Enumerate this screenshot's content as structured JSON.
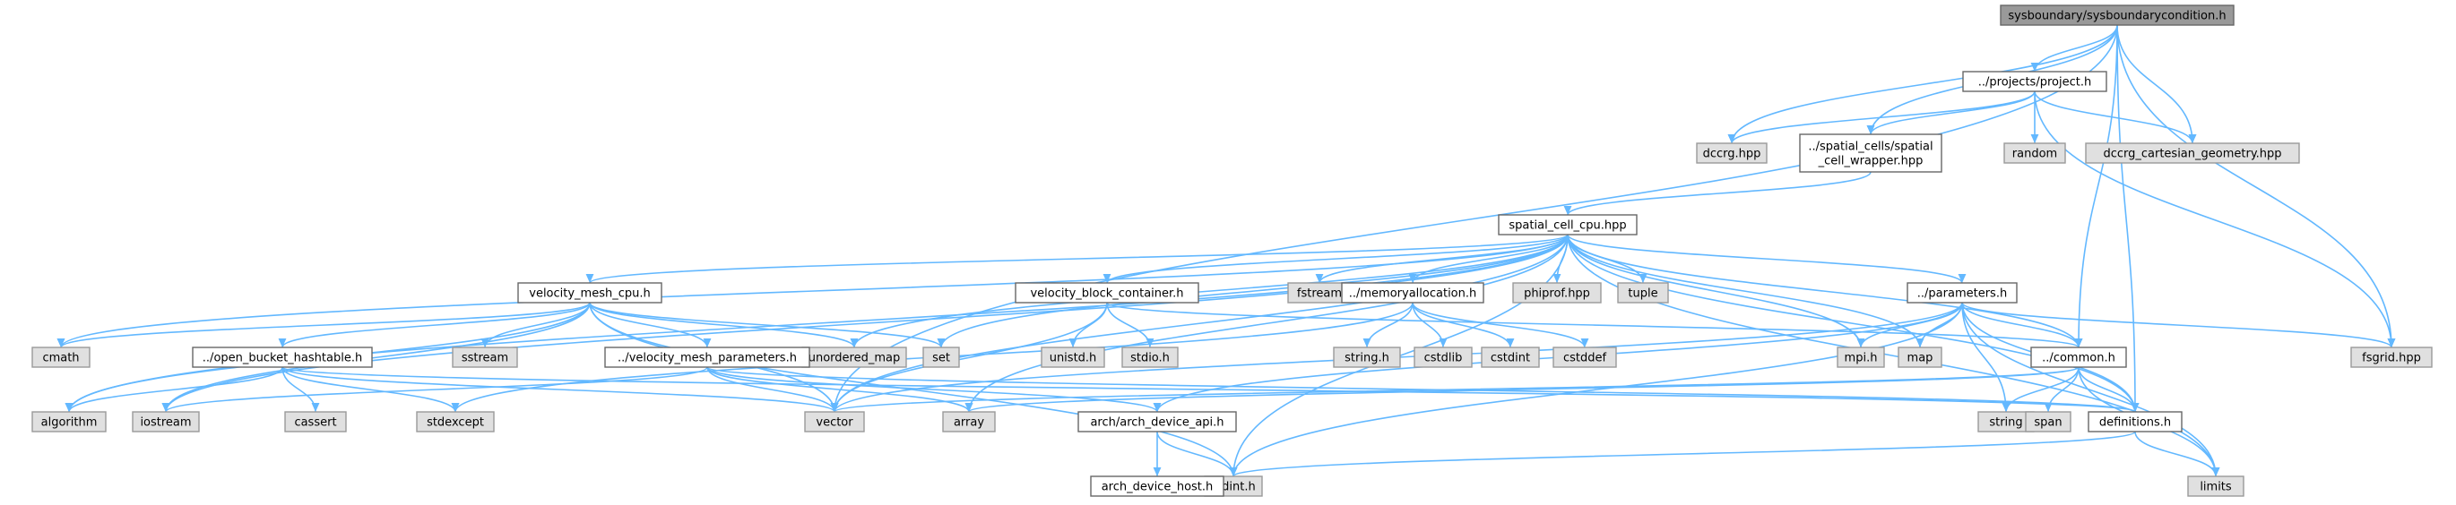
{
  "colors": {
    "edge": "#63b8ff",
    "root_fill": "#999999",
    "root_border": "#666666",
    "internal_fill": "#ffffff",
    "internal_border": "#666666",
    "external_fill": "#e0e0e0",
    "external_border": "#999999"
  },
  "nodes": [
    {
      "id": "n_root",
      "label": [
        "sysboundary/sysboundarycondition.h"
      ],
      "kind": "root"
    },
    {
      "id": "n_project",
      "label": [
        "../projects/project.h"
      ],
      "kind": "internal"
    },
    {
      "id": "n_dccrg",
      "label": [
        "dccrg.hpp"
      ],
      "kind": "external"
    },
    {
      "id": "n_wrapper",
      "label": [
        "../spatial_cells/spatial",
        "_cell_wrapper.hpp"
      ],
      "kind": "internal"
    },
    {
      "id": "n_random",
      "label": [
        "random"
      ],
      "kind": "external"
    },
    {
      "id": "n_dccrg_cart",
      "label": [
        "dccrg_cartesian_geometry.hpp"
      ],
      "kind": "external"
    },
    {
      "id": "n_spatial",
      "label": [
        "spatial_cell_cpu.hpp"
      ],
      "kind": "internal"
    },
    {
      "id": "n_vmesh",
      "label": [
        "velocity_mesh_cpu.h"
      ],
      "kind": "internal"
    },
    {
      "id": "n_vblock",
      "label": [
        "velocity_block_container.h"
      ],
      "kind": "internal"
    },
    {
      "id": "n_fstream",
      "label": [
        "fstream"
      ],
      "kind": "external"
    },
    {
      "id": "n_memalloc",
      "label": [
        "../memoryallocation.h"
      ],
      "kind": "internal"
    },
    {
      "id": "n_phiprof",
      "label": [
        "phiprof.hpp"
      ],
      "kind": "external"
    },
    {
      "id": "n_tuple",
      "label": [
        "tuple"
      ],
      "kind": "external"
    },
    {
      "id": "n_params",
      "label": [
        "../parameters.h"
      ],
      "kind": "internal"
    },
    {
      "id": "n_cmath",
      "label": [
        "cmath"
      ],
      "kind": "external"
    },
    {
      "id": "n_sstream",
      "label": [
        "sstream"
      ],
      "kind": "external"
    },
    {
      "id": "n_umap",
      "label": [
        "unordered_map"
      ],
      "kind": "external"
    },
    {
      "id": "n_set",
      "label": [
        "set"
      ],
      "kind": "external"
    },
    {
      "id": "n_unistd",
      "label": [
        "unistd.h"
      ],
      "kind": "external"
    },
    {
      "id": "n_stdio",
      "label": [
        "stdio.h"
      ],
      "kind": "external"
    },
    {
      "id": "n_stringh",
      "label": [
        "string.h"
      ],
      "kind": "external"
    },
    {
      "id": "n_cstdlib",
      "label": [
        "cstdlib"
      ],
      "kind": "external"
    },
    {
      "id": "n_cstdint",
      "label": [
        "cstdint"
      ],
      "kind": "external"
    },
    {
      "id": "n_cstddef",
      "label": [
        "cstddef"
      ],
      "kind": "external"
    },
    {
      "id": "n_mpi",
      "label": [
        "mpi.h"
      ],
      "kind": "external"
    },
    {
      "id": "n_map",
      "label": [
        "map"
      ],
      "kind": "external"
    },
    {
      "id": "n_common",
      "label": [
        "../common.h"
      ],
      "kind": "internal"
    },
    {
      "id": "n_fsgrid",
      "label": [
        "fsgrid.hpp"
      ],
      "kind": "external"
    },
    {
      "id": "n_obh",
      "label": [
        "../open_bucket_hashtable.h"
      ],
      "kind": "internal"
    },
    {
      "id": "n_vmp",
      "label": [
        "../velocity_mesh_parameters.h"
      ],
      "kind": "internal"
    },
    {
      "id": "n_algorithm",
      "label": [
        "algorithm"
      ],
      "kind": "external"
    },
    {
      "id": "n_iostream",
      "label": [
        "iostream"
      ],
      "kind": "external"
    },
    {
      "id": "n_cassert",
      "label": [
        "cassert"
      ],
      "kind": "external"
    },
    {
      "id": "n_stdexcept",
      "label": [
        "stdexcept"
      ],
      "kind": "external"
    },
    {
      "id": "n_vector",
      "label": [
        "vector"
      ],
      "kind": "external"
    },
    {
      "id": "n_array",
      "label": [
        "array"
      ],
      "kind": "external"
    },
    {
      "id": "n_archapi",
      "label": [
        "arch/arch_device_api.h"
      ],
      "kind": "internal"
    },
    {
      "id": "n_string",
      "label": [
        "string"
      ],
      "kind": "external"
    },
    {
      "id": "n_span",
      "label": [
        "span"
      ],
      "kind": "external"
    },
    {
      "id": "n_defs",
      "label": [
        "definitions.h"
      ],
      "kind": "internal"
    },
    {
      "id": "n_limits",
      "label": [
        "limits"
      ],
      "kind": "external"
    },
    {
      "id": "n_stdinth",
      "label": [
        "stdint.h"
      ],
      "kind": "external"
    },
    {
      "id": "n_archhost",
      "label": [
        "arch_device_host.h"
      ],
      "kind": "internal"
    }
  ],
  "edges": [
    [
      "n_root",
      "n_project"
    ],
    [
      "n_root",
      "n_dccrg"
    ],
    [
      "n_root",
      "n_wrapper"
    ],
    [
      "n_root",
      "n_dccrg_cart"
    ],
    [
      "n_root",
      "n_common"
    ],
    [
      "n_root",
      "n_fsgrid"
    ],
    [
      "n_root",
      "n_defs"
    ],
    [
      "n_root",
      "n_vector"
    ],
    [
      "n_project",
      "n_dccrg"
    ],
    [
      "n_project",
      "n_wrapper"
    ],
    [
      "n_project",
      "n_random"
    ],
    [
      "n_project",
      "n_dccrg_cart"
    ],
    [
      "n_project",
      "n_fsgrid"
    ],
    [
      "n_wrapper",
      "n_spatial"
    ],
    [
      "n_spatial",
      "n_vmesh"
    ],
    [
      "n_spatial",
      "n_vblock"
    ],
    [
      "n_spatial",
      "n_fstream"
    ],
    [
      "n_spatial",
      "n_memalloc"
    ],
    [
      "n_spatial",
      "n_phiprof"
    ],
    [
      "n_spatial",
      "n_tuple"
    ],
    [
      "n_spatial",
      "n_params"
    ],
    [
      "n_spatial",
      "n_cmath"
    ],
    [
      "n_spatial",
      "n_umap"
    ],
    [
      "n_spatial",
      "n_set"
    ],
    [
      "n_spatial",
      "n_mpi"
    ],
    [
      "n_spatial",
      "n_map"
    ],
    [
      "n_spatial",
      "n_common"
    ],
    [
      "n_spatial",
      "n_algorithm"
    ],
    [
      "n_spatial",
      "n_iostream"
    ],
    [
      "n_spatial",
      "n_vector"
    ],
    [
      "n_spatial",
      "n_array"
    ],
    [
      "n_spatial",
      "n_defs"
    ],
    [
      "n_spatial",
      "n_limits"
    ],
    [
      "n_spatial",
      "n_stdinth"
    ],
    [
      "n_vmesh",
      "n_cmath"
    ],
    [
      "n_vmesh",
      "n_sstream"
    ],
    [
      "n_vmesh",
      "n_umap"
    ],
    [
      "n_vmesh",
      "n_set"
    ],
    [
      "n_vmesh",
      "n_obh"
    ],
    [
      "n_vmesh",
      "n_vmp"
    ],
    [
      "n_vmesh",
      "n_algorithm"
    ],
    [
      "n_vmesh",
      "n_iostream"
    ],
    [
      "n_vmesh",
      "n_vector"
    ],
    [
      "n_vmesh",
      "n_stdinth"
    ],
    [
      "n_vblock",
      "n_unistd"
    ],
    [
      "n_vblock",
      "n_stdio"
    ],
    [
      "n_vblock",
      "n_common"
    ],
    [
      "n_vblock",
      "n_vector"
    ],
    [
      "n_memalloc",
      "n_stringh"
    ],
    [
      "n_memalloc",
      "n_cstdlib"
    ],
    [
      "n_memalloc",
      "n_cstdint"
    ],
    [
      "n_memalloc",
      "n_cstddef"
    ],
    [
      "n_memalloc",
      "n_stdexcept"
    ],
    [
      "n_params",
      "n_mpi"
    ],
    [
      "n_params",
      "n_map"
    ],
    [
      "n_params",
      "n_common"
    ],
    [
      "n_params",
      "n_fsgrid"
    ],
    [
      "n_params",
      "n_vector"
    ],
    [
      "n_params",
      "n_string"
    ],
    [
      "n_params",
      "n_limits"
    ],
    [
      "n_params",
      "n_defs"
    ],
    [
      "n_params",
      "n_stdinth"
    ],
    [
      "n_params",
      "n_archapi"
    ],
    [
      "n_obh",
      "n_algorithm"
    ],
    [
      "n_obh",
      "n_cassert"
    ],
    [
      "n_obh",
      "n_stdexcept"
    ],
    [
      "n_obh",
      "n_vector"
    ],
    [
      "n_obh",
      "n_defs"
    ],
    [
      "n_vmp",
      "n_vector"
    ],
    [
      "n_vmp",
      "n_array"
    ],
    [
      "n_vmp",
      "n_iostream"
    ],
    [
      "n_vmp",
      "n_defs"
    ],
    [
      "n_vmp",
      "n_archapi"
    ],
    [
      "n_common",
      "n_vector"
    ],
    [
      "n_common",
      "n_array"
    ],
    [
      "n_common",
      "n_string"
    ],
    [
      "n_common",
      "n_span"
    ],
    [
      "n_common",
      "n_defs"
    ],
    [
      "n_common",
      "n_limits"
    ],
    [
      "n_archapi",
      "n_archhost"
    ],
    [
      "n_archapi",
      "n_stdinth"
    ],
    [
      "n_defs",
      "n_stdinth"
    ],
    [
      "n_defs",
      "n_limits"
    ]
  ]
}
